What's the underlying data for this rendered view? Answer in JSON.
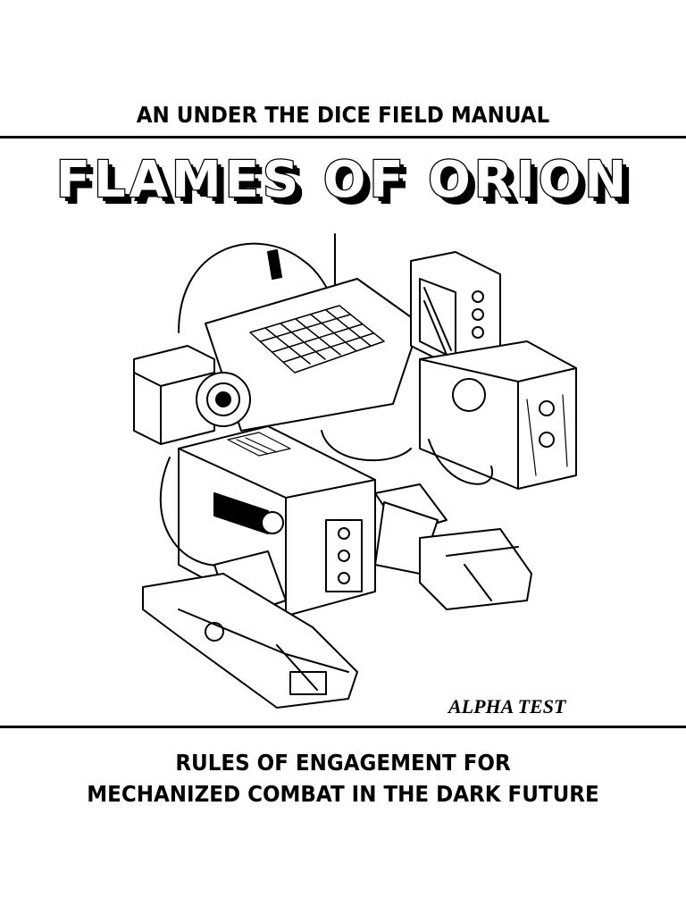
{
  "cover": {
    "kicker": "AN UNDER THE DICE FIELD MANUAL",
    "title": "FLAMES OF ORION",
    "edition": "ALPHA TEST",
    "subtitle_line1": "RULES OF ENGAGEMENT FOR",
    "subtitle_line2": "MECHANIZED COMBAT IN THE DARK FUTURE"
  },
  "colors": {
    "ink": "#000000",
    "paper": "#ffffff"
  },
  "illustration": {
    "icon": "mech-walker-icon"
  }
}
